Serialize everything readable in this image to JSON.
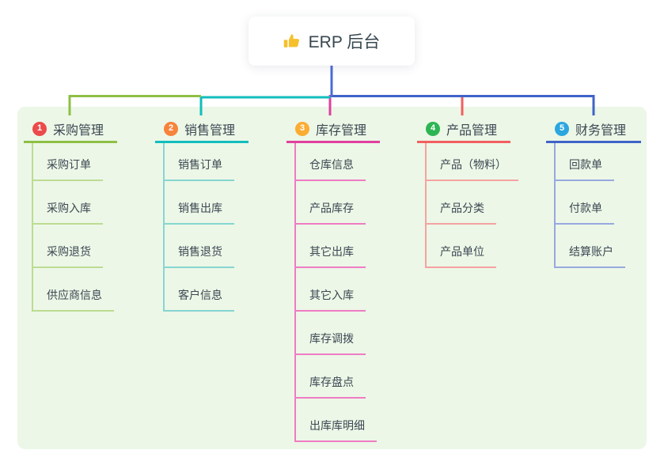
{
  "root": {
    "icon": "thumbs-up-icon",
    "title": "ERP 后台"
  },
  "colors": {
    "canvas_bg": "#ffffff",
    "panel_bg": "#ecf7e7",
    "root_line": "#4a6bd8",
    "text": "#3c4753",
    "thumb_icon": "#f6c02d"
  },
  "branches": [
    {
      "number": "1",
      "title": "采购管理",
      "badge_color": "#ec4b4b",
      "line_color": "#8ebf45",
      "soft_color": "#bcdc92",
      "children": [
        "采购订单",
        "采购入库",
        "采购退货",
        "供应商信息"
      ]
    },
    {
      "number": "2",
      "title": "销售管理",
      "badge_color": "#f8833c",
      "line_color": "#12bdbd",
      "soft_color": "#86d6d1",
      "children": [
        "销售订单",
        "销售出库",
        "销售退货",
        "客户信息"
      ]
    },
    {
      "number": "3",
      "title": "库存管理",
      "badge_color": "#fbac33",
      "line_color": "#e03f9f",
      "soft_color": "#ef7cc3",
      "children": [
        "仓库信息",
        "产品库存",
        "其它出库",
        "其它入库",
        "库存调拨",
        "库存盘点",
        "出库库明细"
      ]
    },
    {
      "number": "4",
      "title": "产品管理",
      "badge_color": "#2db553",
      "line_color": "#f25f5f",
      "soft_color": "#f6a2a2",
      "children": [
        "产品（物料）",
        "产品分类",
        "产品单位"
      ]
    },
    {
      "number": "5",
      "title": "财务管理",
      "badge_color": "#2ba6df",
      "line_color": "#3f63c8",
      "soft_color": "#97a9de",
      "children": [
        "回款单",
        "付款单",
        "结算账户"
      ]
    }
  ]
}
